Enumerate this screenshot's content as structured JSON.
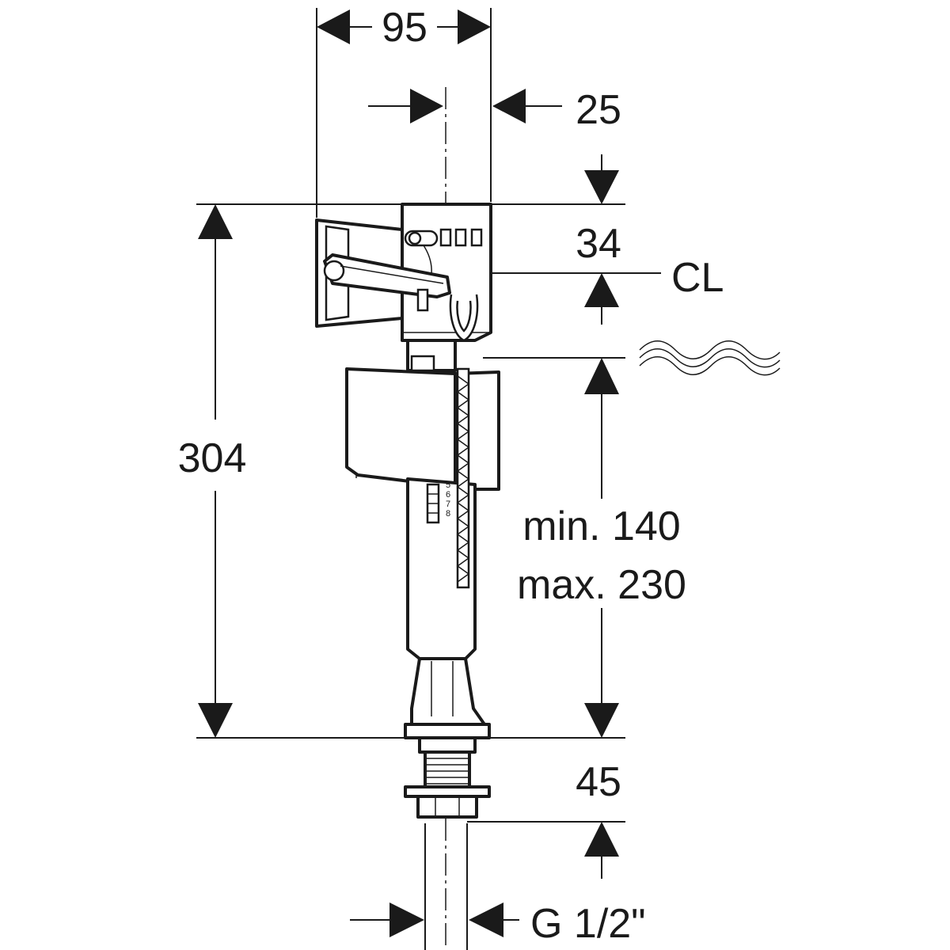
{
  "dimensions": {
    "width_total": "95",
    "offset_right": "25",
    "top_to_cl": "34",
    "cl_label": "CL",
    "overall_height": "304",
    "adjust_min": "min. 140",
    "adjust_max": "max. 230",
    "thread_length": "45",
    "thread_size": "G 1/2\""
  },
  "scale_marks": [
    "5",
    "6",
    "7",
    "8"
  ],
  "icons": {
    "water_level": "water-waves-icon"
  },
  "colors": {
    "line": "#1a1a1a",
    "background": "#ffffff"
  }
}
